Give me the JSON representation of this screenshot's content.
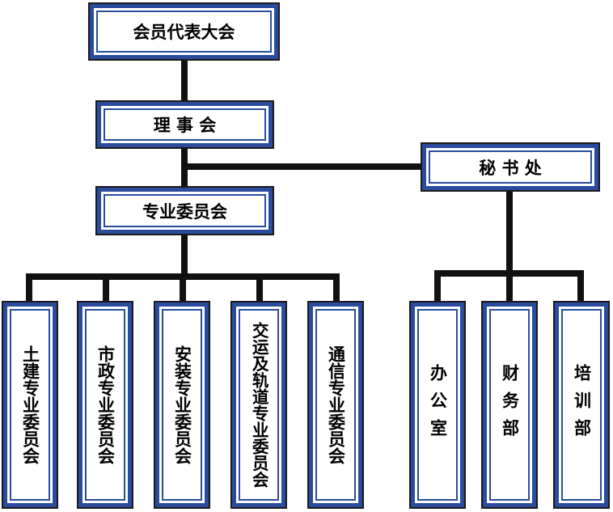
{
  "colors": {
    "border": "#2a4c9c",
    "line": "#111111"
  },
  "nodes": {
    "assembly": "会员代表大会",
    "council": "理 事 会",
    "committee": "专业委员会",
    "secretariat": "秘 书 处",
    "civil": "土建专业委员会",
    "municipal": "市政专业委员会",
    "install": "安装专业委员会",
    "transport": "交运及轨道专业委员会",
    "comm": "通信专业委员会",
    "office": "办公室",
    "finance": "财务部",
    "training": "培训部"
  }
}
